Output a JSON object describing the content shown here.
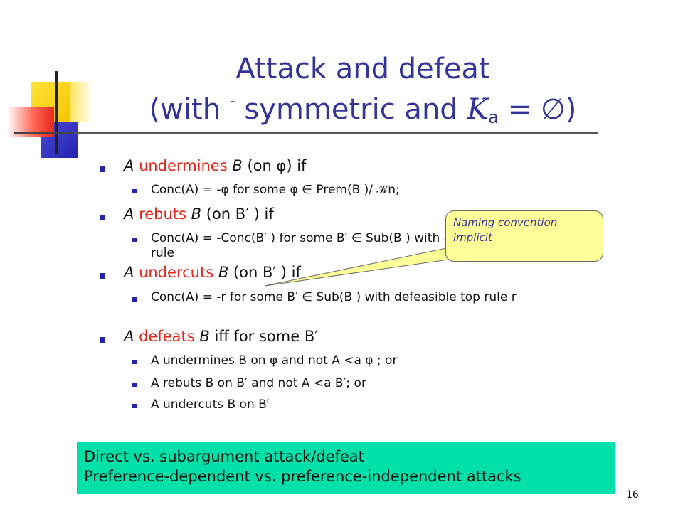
{
  "slide": {
    "title_line1": "Attack and defeat",
    "title_line2_pre": "(with ",
    "title_line2_dash": "-",
    "title_line2_mid": " symmetric and ",
    "title_line2_script": "K",
    "title_line2_sub": "a",
    "title_line2_post": " = ∅)",
    "page_number": "16"
  },
  "bullets": {
    "undermines": {
      "a": "A",
      "verb": "undermines",
      "b": "B",
      "tail": " (on φ) if",
      "detail": "Conc(A) = -φ for some φ ∈ Prem(B )/ 𝒦n;"
    },
    "rebuts": {
      "a": "A",
      "verb": "rebuts",
      "b": "B",
      "tail": " (on B′ ) if",
      "detail_line1": "Conc(A) = -Conc(B′ ) for some B′ ∈ Sub(B ) with a defeasible top",
      "detail_line2": "rule"
    },
    "undercuts": {
      "a": "A",
      "verb": "undercuts",
      "b": "B",
      "tail": " (on B′ ) if",
      "detail": "Conc(A) = -r for some B′ ∈ Sub(B ) with defeasible top rule r"
    },
    "defeats": {
      "a": "A",
      "verb": "defeats",
      "b": "B",
      "tail": " iff for some B′",
      "item1": "A undermines B on φ and not A <a φ ; or",
      "item2": "A rebuts B on B′ and not A <a B′; or",
      "item3": "A undercuts B on B′"
    }
  },
  "callout": {
    "text": "Naming convention implicit"
  },
  "summary": {
    "line1": "Direct vs. subargument attack/defeat",
    "line2": "Preference-dependent vs. preference-independent attacks"
  },
  "colors": {
    "title": "#333399",
    "highlight": "#e8261c",
    "bullet": "#2323b0",
    "callout_bg": "#ffff99",
    "summary_bg": "#00e0a8"
  }
}
